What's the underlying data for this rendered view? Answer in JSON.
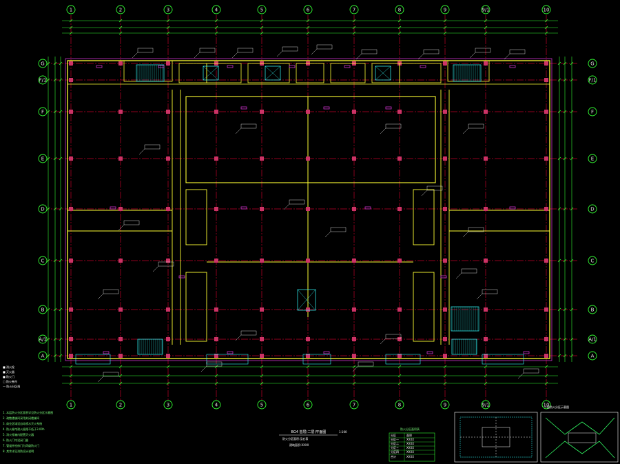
{
  "grid_axes": {
    "columns_top": [
      "1",
      "2",
      "3",
      "4",
      "5",
      "6",
      "7",
      "8",
      "9",
      "9/1",
      "10"
    ],
    "columns_bottom": [
      "1",
      "2",
      "3",
      "4",
      "5",
      "6",
      "7",
      "8",
      "9",
      "9/1",
      "10"
    ],
    "rows_left": [
      "G",
      "F/1",
      "F",
      "E",
      "D",
      "C",
      "B",
      "A/1",
      "A"
    ],
    "rows_right": [
      "G",
      "F/1",
      "F",
      "E",
      "D",
      "C",
      "B",
      "A/1",
      "A"
    ]
  },
  "colors": {
    "background": "#000000",
    "grid_line": "#c00028",
    "wall": "#ffff33",
    "dimension": "#33ff33",
    "column": "#cc3366",
    "axis_bubble": "#33ff33",
    "annotation": "#ffffff",
    "equipment": "#33ffff",
    "hatch": "#cc33cc"
  },
  "legend": {
    "items": [
      "■ 消火栓",
      "■ 灭火器",
      "■ 防火门",
      "□ 防火卷帘",
      "— 防火分区线"
    ]
  },
  "notes": {
    "lines": [
      "1. 本层防火分区面积详见防火分区示意图",
      "2. 疏散楼梯间采用封闭楼梯间",
      "3. 商业区域设自动喷水灭火系统",
      "4. 防火卷帘耐火极限不低于3.00h",
      "5. 消火栓箱内配置灭火器",
      "6. 防火门均设闭门器",
      "7. 管道井检修门为丙级防火门",
      "8. 其余详见消防设计说明"
    ]
  },
  "drawing_title": "BG4 首层(二层)平面图",
  "scale": "1:100",
  "title_notes": [
    "防火分区面积:见右表",
    "建筑面积:XXXX"
  ],
  "area_table": {
    "title": "防火分区面积表",
    "headers": [
      "分区",
      "面积"
    ],
    "rows": [
      [
        "分区一",
        "XXXX"
      ],
      [
        "分区二",
        "XXXX"
      ],
      [
        "分区三",
        "XXXX"
      ],
      [
        "分区四",
        "XXXX"
      ],
      [
        "合计",
        "XXXX"
      ]
    ]
  },
  "keyplan_title": "二层防火分区示意图"
}
